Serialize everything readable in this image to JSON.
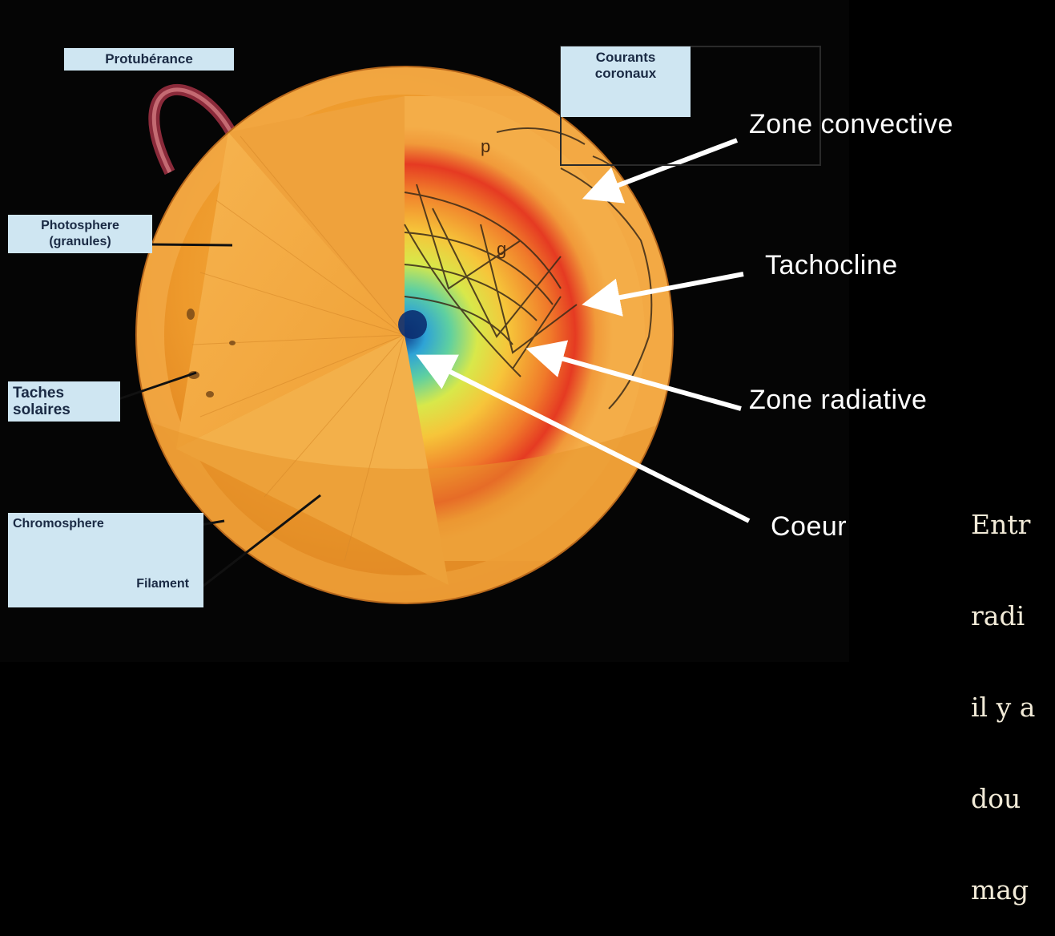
{
  "diagram": {
    "inset_labels": {
      "protuberance": "Protubérance",
      "courants_coronaux": "Courants\ncoronaux",
      "photosphere": "Photosphere\n(granules)",
      "taches": "Taches\nsolaires",
      "chromosphere": "Chromosphere",
      "filament": "Filament"
    },
    "interior_marks": {
      "p_mode": "p",
      "g_mode": "g"
    },
    "layer_labels": {
      "zone_convective": "Zone convective",
      "tachocline": "Tachocline",
      "zone_radiative": "Zone radiative",
      "coeur": "Coeur"
    },
    "caption_fragment": [
      "Entr",
      "radi",
      "il y a",
      "dou",
      "mag"
    ]
  }
}
